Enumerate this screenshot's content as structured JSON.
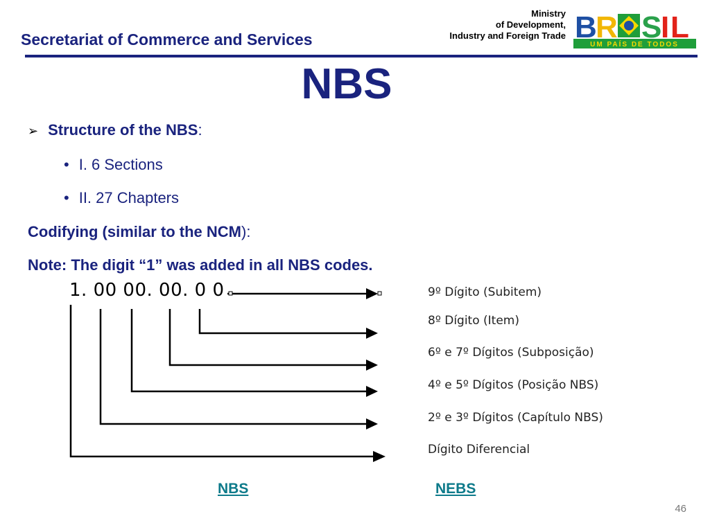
{
  "header": {
    "secretariat": "Secretariat of Commerce and Services",
    "ministry_lines": [
      "Ministry",
      "of Development,",
      "Industry and Foreign Trade"
    ],
    "logo_text": "BRASIL",
    "logo_tagline": "UM PAÍS DE TODOS"
  },
  "title": "NBS",
  "structure": {
    "label": "Structure of the NBS",
    "colon": ":",
    "items": [
      "I.  6 Sections",
      "II. 27 Chapters"
    ]
  },
  "codifying": {
    "label": "Codifying (similar to the NCM",
    "suffix": "):"
  },
  "note": "Note: The digit “1” was added in all NBS codes.",
  "code_sample": "1. 00  00.  00.  0 0",
  "digit_labels": [
    "9º Dígito (Subitem)",
    "8º Dígito (Item)",
    "6º e 7º Dígitos (Subposição)",
    "4º e 5º Dígitos (Posição NBS)",
    "2º e 3º Dígitos (Capítulo NBS)",
    "Dígito Diferencial"
  ],
  "links": {
    "nbs": "NBS",
    "nebs": "NEBS"
  },
  "page_number": "46",
  "colors": {
    "navy": "#1a237e",
    "link": "#0d7a8a"
  }
}
